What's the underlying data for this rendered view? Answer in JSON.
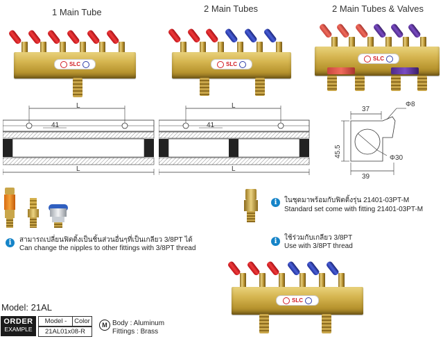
{
  "headings": {
    "one_main": "1 Main Tube",
    "two_main": "2 Main Tubes",
    "two_main_valves": "2 Main Tubes & Valves"
  },
  "logo_text": "SLC",
  "drawing": {
    "L": "L",
    "d41": "41",
    "d37": "37",
    "d45_5": "45.5",
    "d39": "39",
    "phi8": "Φ8",
    "phi30": "Φ30"
  },
  "info": {
    "fittings_th": "สามารถเปลี่ยนฟิตติ้งเป็นชิ้นส่วนอื่นๆที่เป็นเกลียว 3/8PT ได้",
    "fittings_en": "Can change the nipples to other fittings with 3/8PT thread",
    "standard_th": "ในชุดมาพร้อมกับฟิตติ้งรุ่น 21401-03PT-M",
    "standard_en": "Standard set come with fitting 21401-03PT-M",
    "thread_th": "ใช้ร่วมกับเกลียว 3/8PT",
    "thread_en": "Use with 3/8PT thread"
  },
  "model": "Model: 21AL",
  "order": {
    "label1": "ORDER",
    "label2": "EXAMPLE",
    "head_model": "Model -",
    "head_color": "Color",
    "example": "21AL01x08-R",
    "material_badge": "M",
    "body": "Body : Aluminum",
    "fittings": "Fittings : Brass"
  },
  "colors": {
    "red_handle": "#e3262d",
    "blue_handle": "#3346c4",
    "purple_handle": "#6a3fb2",
    "brass": "#d4b04e",
    "info_blue": "#1584c8"
  }
}
